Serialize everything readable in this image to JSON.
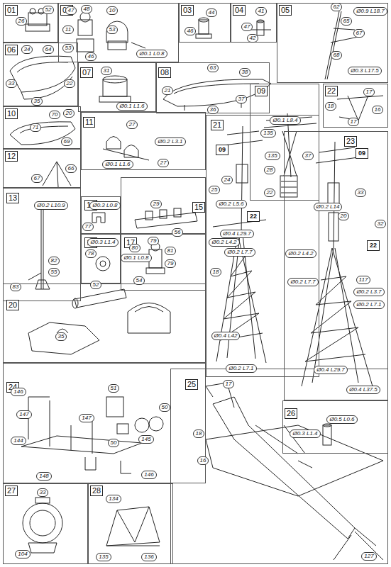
{
  "diagram": {
    "nodes": [
      {
        "text": [
          "01"
        ]
      },
      {
        "text": [
          "02"
        ]
      },
      {
        "text": [
          "03"
        ]
      },
      {
        "text": [
          "04"
        ]
      },
      {
        "text": [
          "05"
        ]
      },
      {
        "text": [
          "06"
        ]
      },
      {
        "text": [
          "07"
        ]
      },
      {
        "text": [
          "08"
        ]
      },
      {
        "text": [
          "09"
        ]
      },
      {
        "text": [
          "22"
        ]
      },
      {
        "text": [
          "10"
        ]
      },
      {
        "text": [
          "11"
        ]
      },
      {
        "text": [
          "12"
        ]
      },
      {
        "text": [
          "21"
        ]
      },
      {
        "text": [
          "09"
        ],
        "in": 13
      },
      {
        "text": [
          "22"
        ],
        "in": 13
      },
      {
        "text": [
          "23"
        ]
      },
      {
        "text": [
          "09"
        ],
        "in": 16
      },
      {
        "text": [
          "22"
        ],
        "in": 16
      },
      {
        "text": [
          "13"
        ]
      },
      {
        "text": [
          "14"
        ]
      },
      {
        "text": [
          "15"
        ]
      },
      {
        "text": [
          "16"
        ]
      },
      {
        "text": [
          "17"
        ]
      },
      {
        "text": [
          "20"
        ]
      },
      {
        "text": [
          "24"
        ]
      },
      {
        "text": [
          "25"
        ]
      },
      {
        "text": [
          "26"
        ]
      },
      {
        "text": [
          "27"
        ]
      },
      {
        "text": [
          "28"
        ]
      }
    ],
    "labels": [
      "26",
      "52",
      "47",
      "48",
      "10",
      "11",
      "53",
      "53",
      "46",
      "Ø0.1 L0.8",
      "44",
      "46",
      "41",
      "47",
      "42",
      "62",
      "65",
      "67",
      "68",
      "Ø0.9 L18.7",
      "Ø0.3 L17.5",
      "34",
      "64",
      "22",
      "33",
      "35",
      "31",
      "Ø0.1 L1.6",
      "63",
      "38",
      "21",
      "36",
      "37",
      "Ø0.1 L8.4",
      "135",
      "135",
      "37",
      "28",
      "22",
      "17",
      "18",
      "17",
      "16",
      "70",
      "20",
      "71",
      "69",
      "27",
      "Ø0.2 L3.1",
      "Ø0.1 L1.6",
      "27",
      "66",
      "67",
      "24",
      "25",
      "Ø0.2 L5.6",
      "Ø0.4 L29.7",
      "Ø0.2 L4.2",
      "Ø0.2 L7.7",
      "18",
      "Ø0.4 L42",
      "Ø0.2 L7.1",
      "33",
      "Ø0.2 L14",
      "20",
      "32",
      "Ø0.2 L4.2",
      "Ø0.2 L7.7",
      "117",
      "Ø0.2 L3.7",
      "Ø0.2 L7.1",
      "Ø0.4 L29.7",
      "Ø0.4 L37.5",
      "Ø0.2 L10.9",
      "82",
      "55",
      "83",
      "Ø0.3 L0.8",
      "77",
      "29",
      "56",
      "Ø0.3 L1.4",
      "78",
      "79",
      "80",
      "Ø0.1 L0.8",
      "81",
      "54",
      "79",
      "52",
      "35",
      "146",
      "147",
      "147",
      "51",
      "50",
      "145",
      "50",
      "144",
      "148",
      "146",
      "17",
      "18",
      "16",
      "127",
      "Ø0.5 L0.6",
      "Ø0.3 L1.4",
      "33",
      "104",
      "134",
      "135",
      "136"
    ]
  }
}
